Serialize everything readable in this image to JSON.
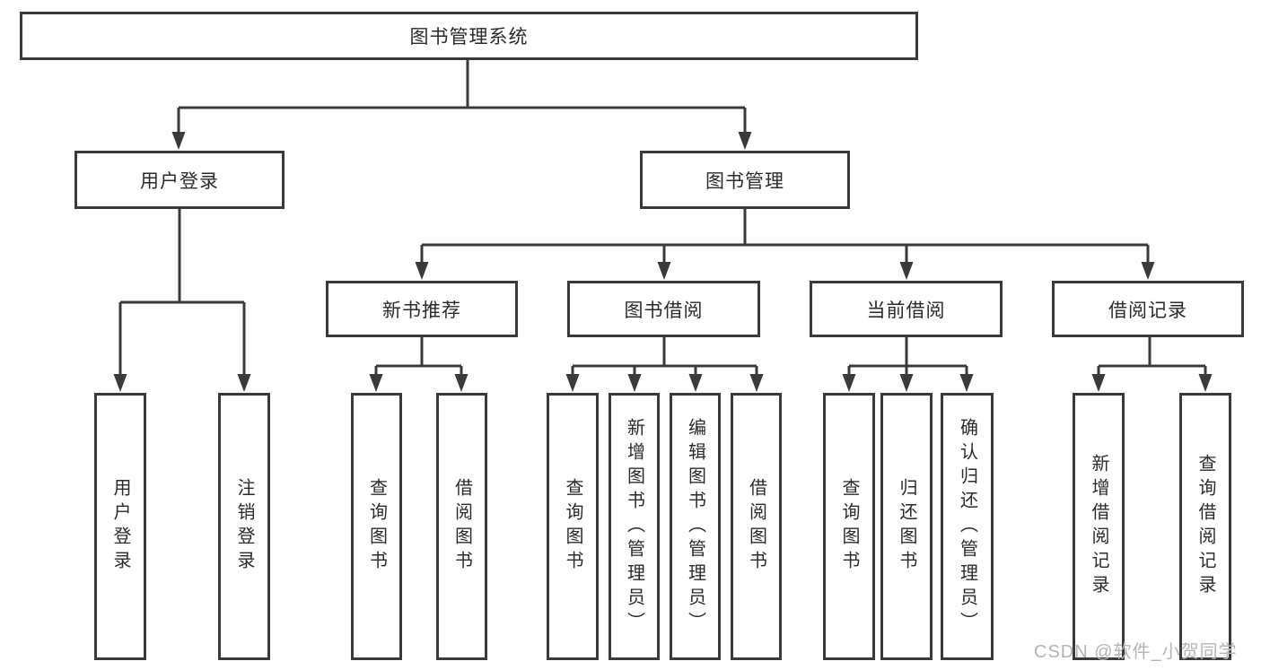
{
  "diagram": {
    "title": "图书管理系统",
    "root": {
      "label": "图书管理系统"
    },
    "branches": [
      {
        "label": "用户登录",
        "children": [
          {
            "label": "用户登录"
          },
          {
            "label": "注销登录"
          }
        ]
      },
      {
        "label": "图书管理",
        "children": [
          {
            "label": "新书推荐",
            "children": [
              {
                "label": "查询图书"
              },
              {
                "label": "借阅图书"
              }
            ]
          },
          {
            "label": "图书借阅",
            "children": [
              {
                "label": "查询图书"
              },
              {
                "label": "新增图书（管理员）"
              },
              {
                "label": "编辑图书（管理员）"
              },
              {
                "label": "借阅图书"
              }
            ]
          },
          {
            "label": "当前借阅",
            "children": [
              {
                "label": "查询图书"
              },
              {
                "label": "归还图书"
              },
              {
                "label": "确认归还（管理员）"
              }
            ]
          },
          {
            "label": "借阅记录",
            "children": [
              {
                "label": "新增借阅记录"
              },
              {
                "label": "查询借阅记录"
              }
            ]
          }
        ]
      }
    ]
  },
  "watermark": {
    "text": "CSDN @软件_小贺同学"
  },
  "colors": {
    "line": "#3a3a3a",
    "text": "#2b2b2b",
    "background": "#ffffff",
    "watermark": "#b5b5b5"
  }
}
